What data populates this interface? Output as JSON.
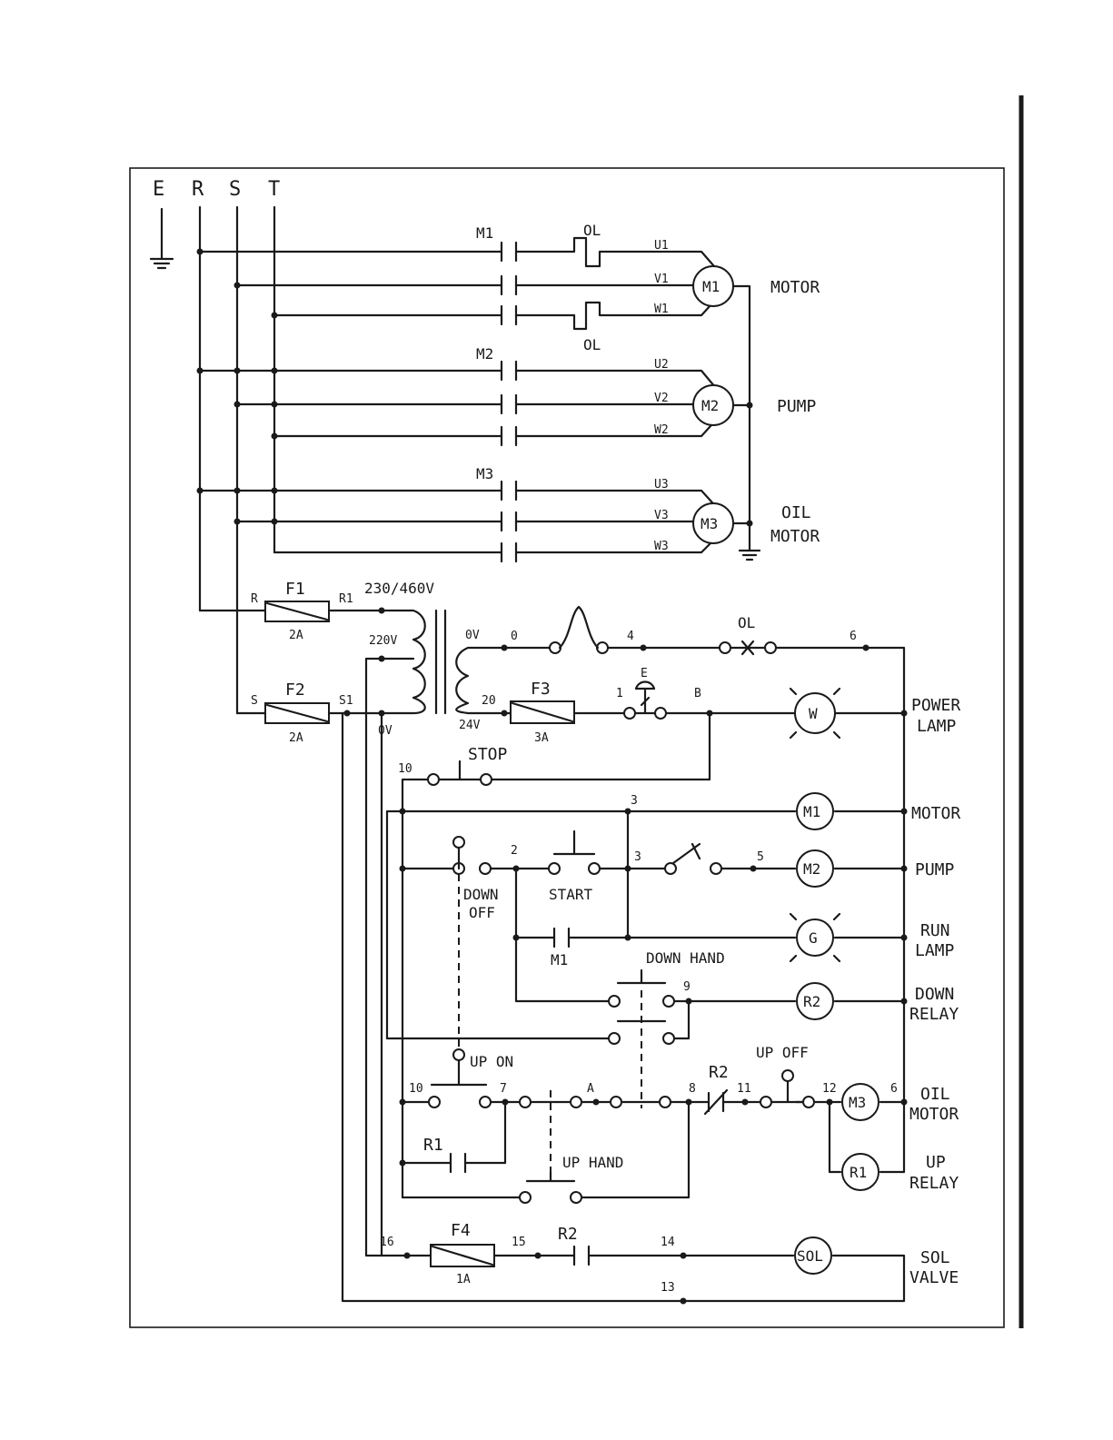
{
  "supply": {
    "e": "E",
    "r": "R",
    "s": "S",
    "t": "T"
  },
  "power": {
    "m1": "M1",
    "m2": "M2",
    "m3": "M3",
    "ol_top": "OL",
    "ol_bottom": "OL",
    "u1": "U1",
    "v1": "V1",
    "w1": "W1",
    "u2": "U2",
    "v2": "V2",
    "w2": "W2",
    "u3": "U3",
    "v3": "V3",
    "w3": "W3",
    "motor1": "M1",
    "motor2": "M2",
    "motor3": "M3",
    "motor_label": "MOTOR",
    "pump_label": "PUMP",
    "oil_label_1": "OIL",
    "oil_label_2": "MOTOR"
  },
  "control": {
    "f1": "F1",
    "f1_rating": "2A",
    "f2": "F2",
    "f2_rating": "2A",
    "f3": "F3",
    "f3_rating": "3A",
    "f4": "F4",
    "f4_rating": "1A",
    "r": "R",
    "r1_node": "R1",
    "s": "S",
    "s1": "S1",
    "v230": "230/460V",
    "v220": "220V",
    "v0_primary": "0V",
    "v0_secondary": "0V",
    "v24": "24V",
    "n0": "0",
    "n4": "4",
    "ol": "OL",
    "n6": "6",
    "n20": "20",
    "n1": "1",
    "e": "E",
    "nB": "B",
    "lamp_w": "W",
    "power_lamp_1": "POWER",
    "power_lamp_2": "LAMP",
    "n10a": "10",
    "stop": "STOP",
    "n3a": "3",
    "coil_m1": "M1",
    "motor": "MOTOR",
    "n2": "2",
    "n3b": "3",
    "n5": "5",
    "coil_m2": "M2",
    "pump": "PUMP",
    "down_off_1": "DOWN",
    "down_off_2": "OFF",
    "start": "START",
    "contact_m1": "M1",
    "lamp_g": "G",
    "run_lamp_1": "RUN",
    "run_lamp_2": "LAMP",
    "down_hand": "DOWN HAND",
    "n9": "9",
    "coil_r2": "R2",
    "down_relay_1": "DOWN",
    "down_relay_2": "RELAY",
    "up_on": "UP ON",
    "up_off": "UP OFF",
    "n10b": "10",
    "n7": "7",
    "nA": "A",
    "n8": "8",
    "contact_r2a": "R2",
    "n11": "11",
    "n12": "12",
    "coil_m3": "M3",
    "n6b": "6",
    "oil_motor_1": "OIL",
    "oil_motor_2": "MOTOR",
    "contact_r1": "R1",
    "up_hand": "UP HAND",
    "coil_r1": "R1",
    "up_relay_1": "UP",
    "up_relay_2": "RELAY",
    "n16": "16",
    "n15": "15",
    "contact_r2b": "R2",
    "n14": "14",
    "sol": "SOL",
    "sol_valve_1": "SOL",
    "sol_valve_2": "VALVE",
    "n13": "13"
  }
}
